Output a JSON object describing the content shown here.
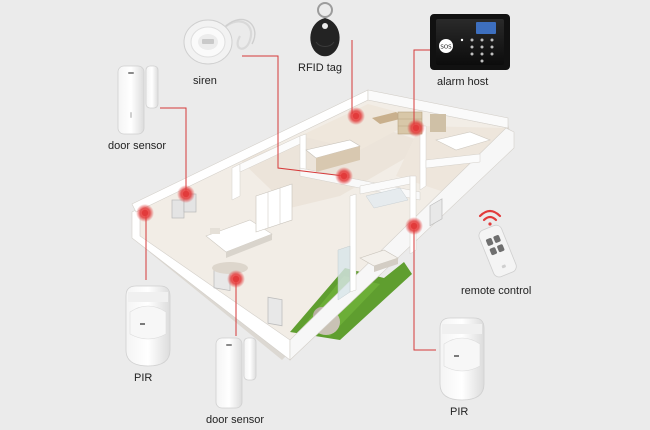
{
  "labels": {
    "siren": "siren",
    "rfid_tag": "RFID tag",
    "alarm_host": "alarm host",
    "door_sensor_top": "door sensor",
    "remote_control": "remote control",
    "pir_left": "PIR",
    "door_sensor_bottom": "door sensor",
    "pir_right": "PIR"
  },
  "colors": {
    "background": "#ebebeb",
    "leader_line": "#d63a3a",
    "sensor_dot": "#e23b3b",
    "floor": "#f2ede6",
    "wall": "#ffffff",
    "lawn": "#5f9e2f"
  }
}
